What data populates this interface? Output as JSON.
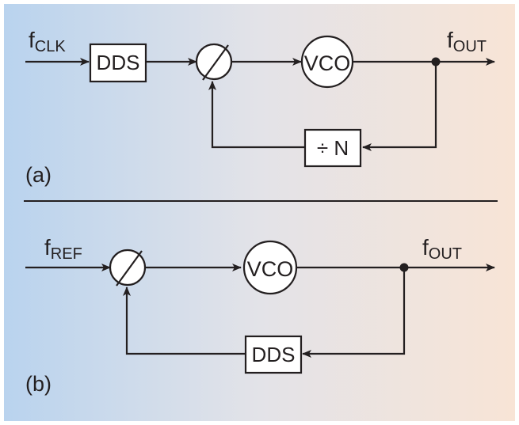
{
  "panel_a": {
    "label": "(a)",
    "input": {
      "main": "f",
      "sub": "CLK"
    },
    "output": {
      "main": "f",
      "sub": "OUT"
    },
    "dds_block": "DDS",
    "vco_block": "VCO",
    "divider_block": "÷ N"
  },
  "panel_b": {
    "label": "(b)",
    "input": {
      "main": "f",
      "sub": "REF"
    },
    "output": {
      "main": "f",
      "sub": "OUT"
    },
    "vco_block": "VCO",
    "dds_block": "DDS"
  },
  "colors": {
    "gradient_left": "#b9d3ee",
    "gradient_mid": "#e3e3e8",
    "gradient_right": "#f8e4d6",
    "line": "#231f20"
  }
}
